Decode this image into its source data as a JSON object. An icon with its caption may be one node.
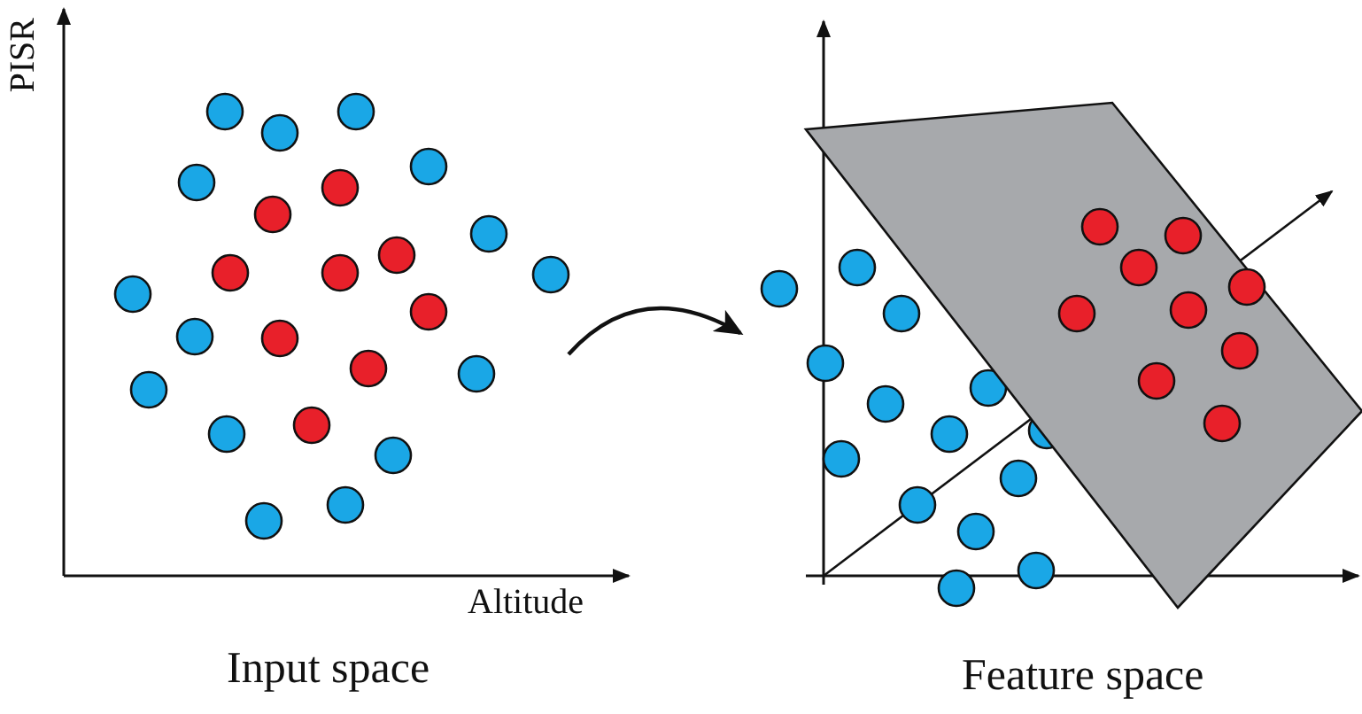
{
  "diagram": {
    "nodes": [
      {
        "text": [
          "Input space"
        ]
      },
      {
        "text": [
          "Feature space"
        ]
      }
    ],
    "edges": [
      {
        "from": 0,
        "to": 1,
        "arrow": "to"
      }
    ],
    "labels": [
      "PISR",
      "Altitude"
    ]
  }
}
